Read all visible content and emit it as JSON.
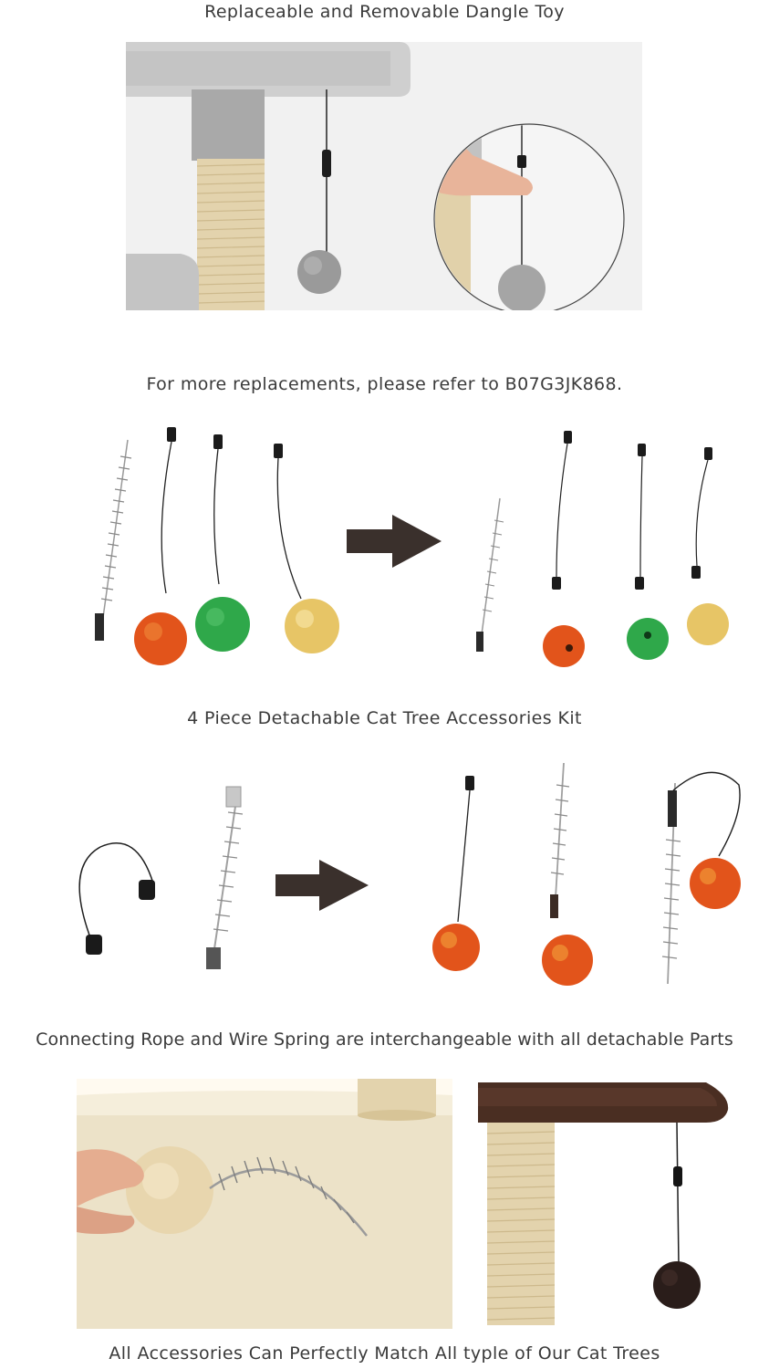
{
  "captions": {
    "dangle_toy": "Replaceable and Removable Dangle Toy",
    "replacements": "For more replacements, please refer to B07G3JK868.",
    "kit": "4 Piece Detachable Cat Tree Accessories Kit",
    "interchangeable": "Connecting Rope and Wire Spring are interchangeable with all detachable Parts",
    "match": "All Accessories Can Perfectly Match All typle of Our Cat Trees"
  },
  "colors": {
    "plush_gray": "#c9c9c9",
    "sisal": "#e6d6b0",
    "ball_orange": "#e2541b",
    "ball_green": "#2fa84a",
    "ball_gold": "#e7c566",
    "arrow": "#3a302c",
    "plush_beige": "#ece2c8",
    "brown_plush": "#4a2e22",
    "black_pompom": "#2a1d1a"
  }
}
